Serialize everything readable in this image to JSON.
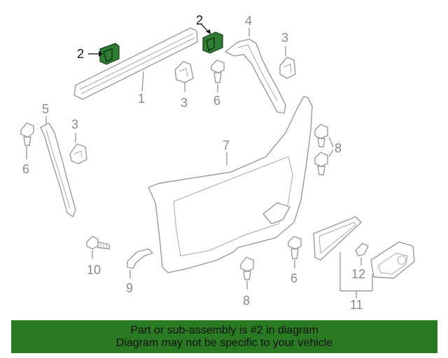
{
  "callouts": {
    "c1": "1",
    "c2a": "2",
    "c2b": "2",
    "c3a": "3",
    "c3b": "3",
    "c3c": "3",
    "c4": "4",
    "c5": "5",
    "c6a": "6",
    "c6b": "6",
    "c6c": "6",
    "c7": "7",
    "c8a": "8",
    "c8b": "8",
    "c9": "9",
    "c10": "10",
    "c11": "11",
    "c12": "12"
  },
  "highlight_color": "#2e7d32",
  "banner": {
    "line1": "Part or sub-assembly is #2 in diagram",
    "line2": "Diagram may not be specific to your vehicle",
    "color": "#2a7a23"
  }
}
